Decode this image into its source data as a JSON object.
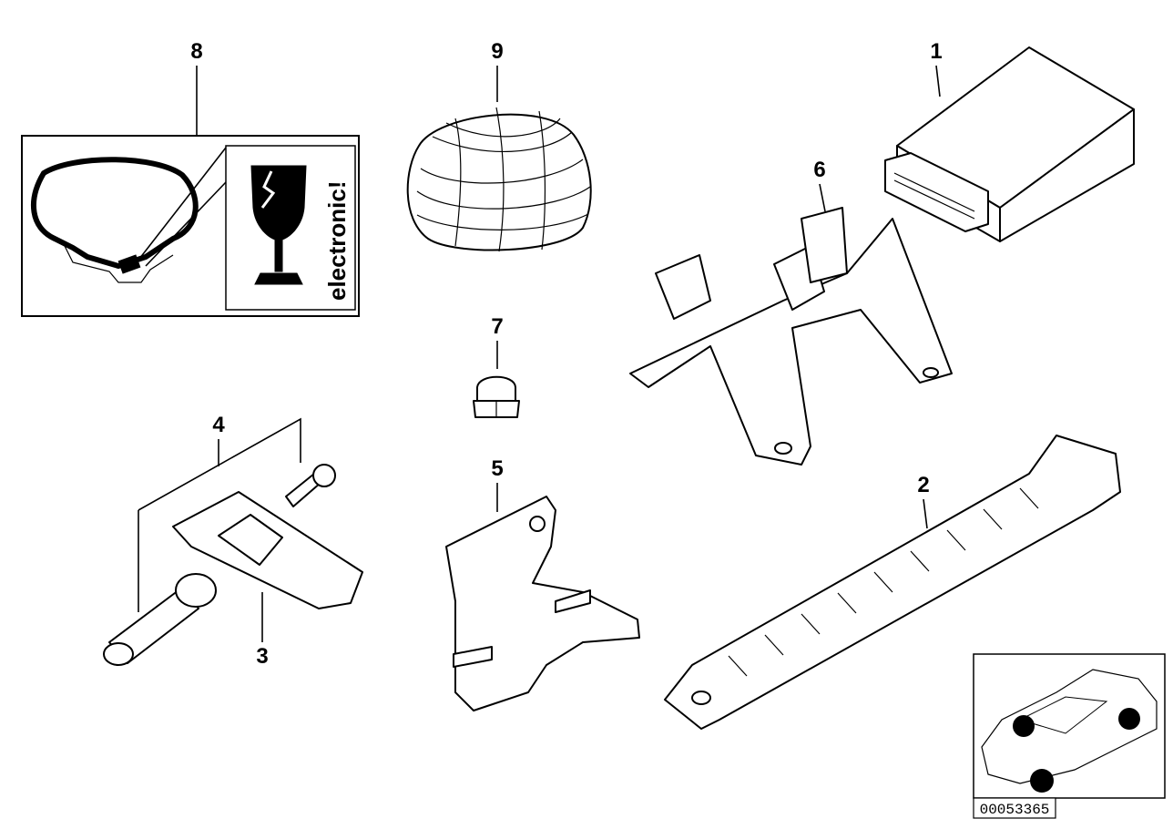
{
  "callouts": {
    "c1": "1",
    "c2": "2",
    "c3": "3",
    "c4": "4",
    "c5": "5",
    "c6": "6",
    "c7": "7",
    "c8": "8",
    "c9": "9"
  },
  "label": {
    "warning_text": "electronic!"
  },
  "reference": {
    "number": "00053365"
  }
}
